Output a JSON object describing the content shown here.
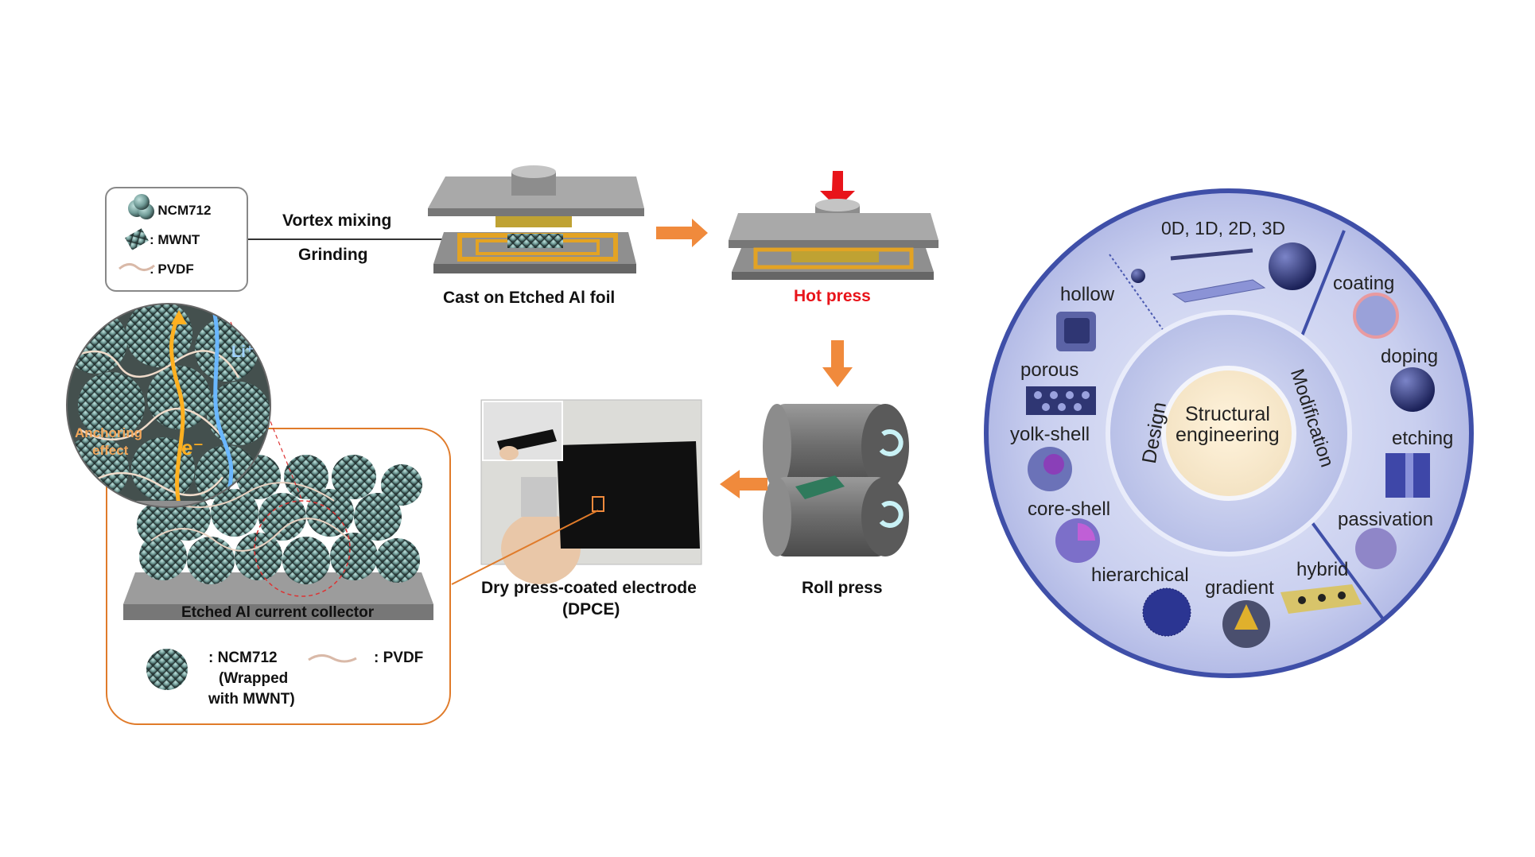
{
  "legend": {
    "ncm712": ": NCM712",
    "mwnt": ": MWNT",
    "pvdf": ": PVDF"
  },
  "process": {
    "mixing_line1": "Vortex mixing",
    "mixing_line2": "Grinding",
    "cast_label": "Cast on Etched Al foil",
    "hot_press_label": "Hot press",
    "roll_press_label": "Roll press",
    "dpce_line1": "Dry press-coated electrode",
    "dpce_line2": "(DPCE)"
  },
  "detail": {
    "li_ion": "Li⁺",
    "electron": "e⁻",
    "anchoring_line1": "Anchoring",
    "anchoring_line2": "effect",
    "collector": "Etched Al current collector",
    "ncm_line1": ":  NCM712",
    "ncm_line2": "(Wrapped",
    "ncm_line3": "with MWNT)",
    "pvdf": ":  PVDF"
  },
  "wheel": {
    "center_line1": "Structural",
    "center_line2": "engineering",
    "design": "Design",
    "modification": "Modification",
    "dims": "0D, 1D, 2D, 3D",
    "items": {
      "hollow": "hollow",
      "porous": "porous",
      "yolk_shell": "yolk-shell",
      "core_shell": "core-shell",
      "hierarchical": "hierarchical",
      "gradient": "gradient",
      "hybrid": "hybrid",
      "coating": "coating",
      "doping": "doping",
      "etching": "etching",
      "passivation": "passivation"
    }
  },
  "colors": {
    "orange_arrow": "#f08a3c",
    "hot_press_red": "#e8141a",
    "wheel_border": "#3f4fa8",
    "wheel_fill": "#c7cdee",
    "detail_border": "#e07b2a",
    "li_blue": "#6ab7ff",
    "electron_orange": "#ffb020"
  }
}
